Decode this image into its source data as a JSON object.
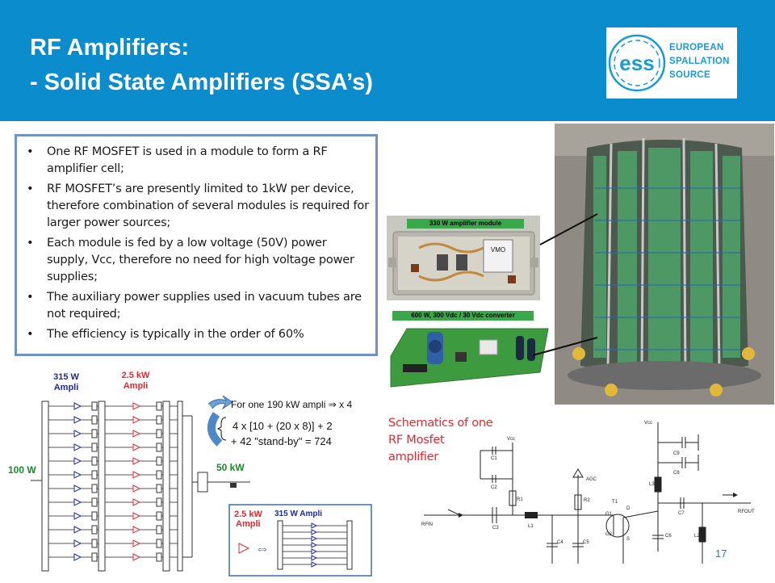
{
  "header": {
    "title_line1": "RF Amplifiers:",
    "title_line2": "- Solid State Amplifiers (SSA’s)",
    "bg_color": "#0a8ccd"
  },
  "logo": {
    "mark": "ess",
    "line1": "EUROPEAN",
    "line2": "SPALLATION",
    "line3": "SOURCE"
  },
  "bullets": [
    "One RF MOSFET is used in a module to form a RF amplifier cell;",
    "RF MOSFET’s are presently limited to 1kW per device, therefore combination of several modules is required for larger power sources;",
    "Each module is fed by a low voltage (50V) power supply, Vcc,  therefore no need for high voltage power supplies;",
    "The auxiliary power supplies used in vacuum tubes are not required;",
    "The efficiency is typically in the order of 60%"
  ],
  "module_banner": "330 W amplifier module",
  "converter_banner": "600 W, 300 Vdc / 30 Vdc converter",
  "caption": [
    "Schematics of one",
    "RF Mosfet",
    "amplifier"
  ],
  "combiner": {
    "label_315": [
      "315 W",
      "Ampli"
    ],
    "label_25": [
      "2.5 kW",
      "Ampli"
    ],
    "input": "100 W",
    "output": "50 kW",
    "note_line1": "For one 190 kW ampli ⇒ x 4",
    "note_line2": "4 x [10 + (20 x 8)] + 2",
    "note_line3": "+ 42 \"stand-by\" = 724",
    "inset_25": [
      "2.5 kW",
      "Ampli"
    ],
    "inset_315": "315 W Ampli"
  },
  "schematic_labels": {
    "vcc1": "Vcc",
    "vcc2": "Vcc",
    "c1": "C1",
    "c2": "C2",
    "c3": "C3",
    "r1": "R1",
    "l1": "L1",
    "c4": "C4",
    "c5": "C5",
    "agc": "AGC",
    "r2": "R2",
    "t1": "T1",
    "g1": "G1",
    "g2": "G2",
    "d": "D",
    "s": "S",
    "c6": "C6",
    "c7": "C7",
    "c8": "C8",
    "c9": "C9",
    "l2": "L2",
    "l3": "L3",
    "rfin": "RFIN",
    "rfout": "RFOUT"
  },
  "page_number": "17",
  "colors": {
    "accent": "#0a8ccd",
    "caption": "#e8262d",
    "box_border": "#6f93c6",
    "banner": "#3aa84a"
  }
}
